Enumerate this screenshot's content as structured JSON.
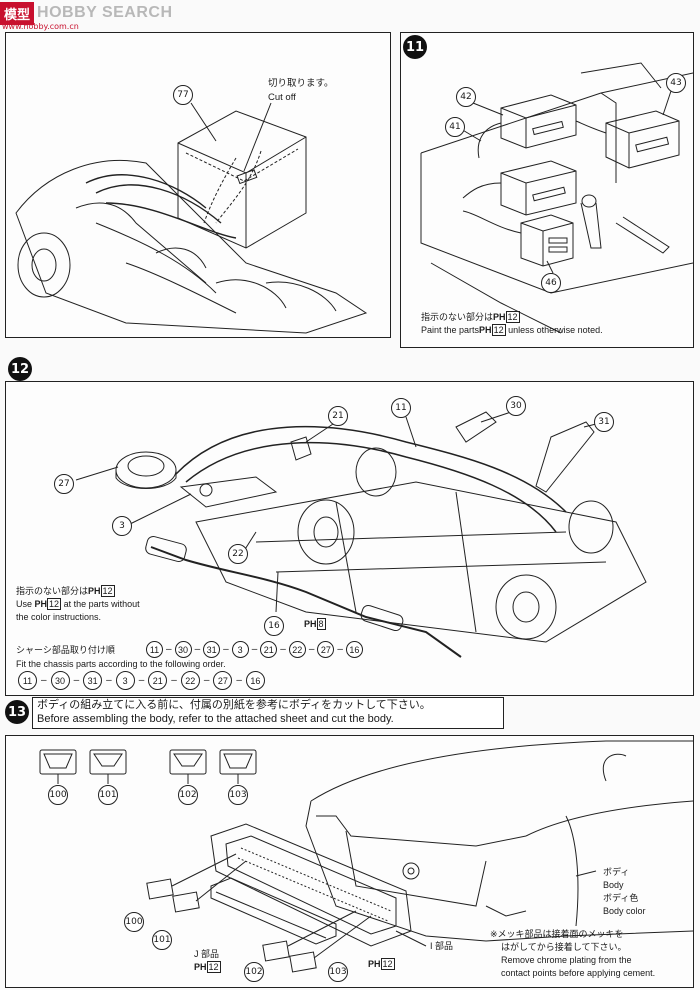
{
  "header": {
    "logo_mark": "模型",
    "logo_text": "HOBBY SEARCH",
    "logo_url": "www.hobby.com.cn"
  },
  "step11": {
    "number": "11",
    "parts": [
      "42",
      "41",
      "43",
      "46"
    ],
    "note_jp": "指示のない部分は",
    "note_code": "PH",
    "note_num": "12",
    "note_en_pre": "Paint the parts",
    "note_en_post": "unless otherwise noted."
  },
  "panel_left_top": {
    "part": "77",
    "cut_jp": "切り取ります。",
    "cut_en": "Cut off"
  },
  "step12": {
    "number": "12",
    "parts": [
      "21",
      "11",
      "30",
      "31",
      "27",
      "3",
      "22",
      "16"
    ],
    "ph_tag": "8",
    "note_jp": "指示のない部分は",
    "note_code": "PH",
    "note_num": "12",
    "note_en1_pre": "Use",
    "note_en1_post": "at the parts without",
    "note_en2": "the color instructions.",
    "order_jp": "シャーシ部品取り付け順",
    "order_en": "Fit the chassis parts according to the following order.",
    "order": [
      "11",
      "30",
      "31",
      "3",
      "21",
      "22",
      "27",
      "16"
    ],
    "order_sep": "–"
  },
  "step13": {
    "number": "13",
    "notice_jp": "ボディの組み立てに入る前に、付属の別紙を参考にボディをカットして下さい。",
    "notice_en": "Before assembling the body, refer to the attached sheet and cut the body.",
    "top_parts": [
      "100",
      "101",
      "102",
      "103"
    ],
    "lower_parts": [
      "100",
      "101",
      "102",
      "103"
    ],
    "j_part_jp": "J 部品",
    "i_part_jp": "I 部品",
    "ph_code": "PH",
    "j_ph_num": "12",
    "i_ph_num": "12",
    "body_jp": "ボディ",
    "body_en": "Body",
    "body_color_jp": "ボディ色",
    "body_color_en": "Body color",
    "chrome_jp1": "※メッキ部品は接着面のメッキを",
    "chrome_jp2": "はがしてから接着して下さい。",
    "chrome_en1": "Remove chrome plating from the",
    "chrome_en2": "contact points before applying cement."
  }
}
